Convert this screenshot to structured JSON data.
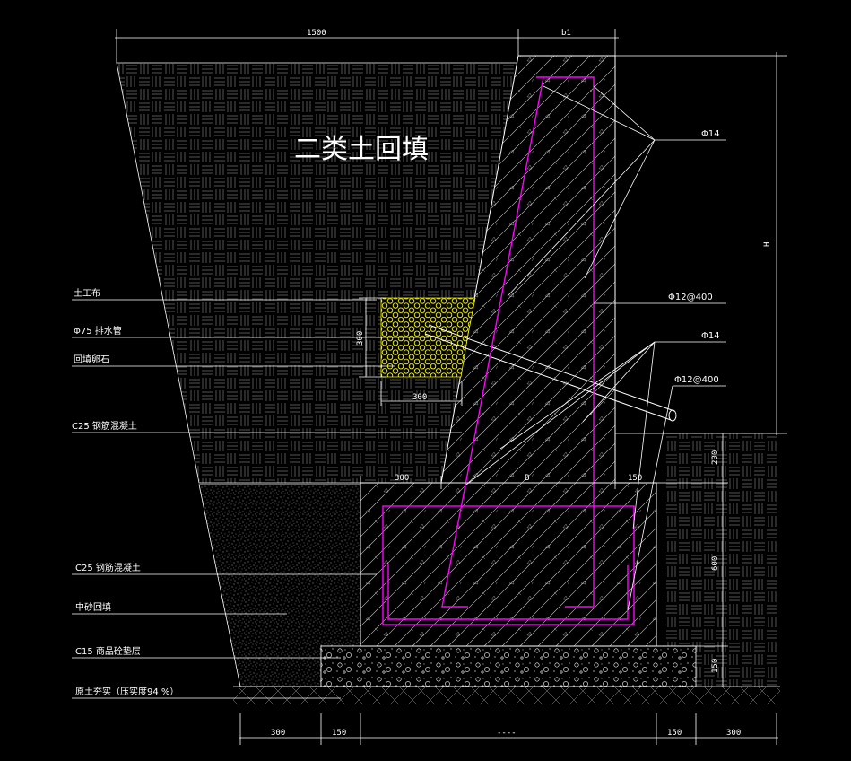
{
  "title_label": "二类土回填",
  "colors": {
    "background": "#000000",
    "line": "#ffffff",
    "rebar": "#ff00ff",
    "gravel": "#ffff00"
  },
  "dimensions": {
    "top_width": "1500",
    "top_b1": "b1",
    "height_H": "H",
    "drain_height": "300",
    "drain_width": "300",
    "toe_300": "300",
    "base_B": "B",
    "heel_150": "150",
    "right_200": "200",
    "right_600": "600",
    "right_150": "150",
    "bottom_300_left": "300",
    "bottom_150_left": "150",
    "bottom_middle": "----",
    "bottom_150_right": "150",
    "bottom_300_right": "300"
  },
  "labels": {
    "geotextile": "土工布",
    "drain_pipe": "Φ75 排水管",
    "backfill_gravel": "回填卵石",
    "c25_wall": "C25 钢筋混凝土",
    "c25_base": "C25 钢筋混凝土",
    "sand_fill": "中砂回填",
    "c15_cushion": "C15 商品砼垫层",
    "compacted_soil": "原土夯实（压实度94 %）"
  },
  "rebar": {
    "top_phi14": "Φ14",
    "phi12_400_a": "Φ12@400",
    "mid_phi14": "Φ14",
    "phi12_400_b": "Φ12@400"
  }
}
